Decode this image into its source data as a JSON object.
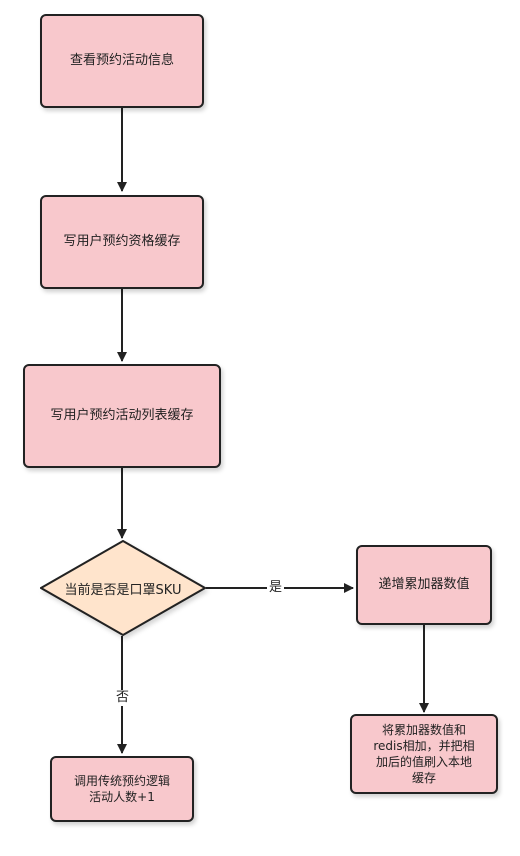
{
  "nodes": {
    "view_info": "查看预约活动信息",
    "write_qualification": "写用户预约资格缓存",
    "write_list": "写用户预约活动列表缓存",
    "decision": "当前是否是口罩SKU",
    "increment": "递增累加器数值",
    "merge_cache": "将累加器数值和\nredis相加，并把相\n加后的值刷入本地\n缓存",
    "traditional": "调用传统预约逻辑\n活动人数+1"
  },
  "edge_labels": {
    "yes": "是",
    "no": "否"
  },
  "colors": {
    "process_fill": "#f8c8cc",
    "decision_fill": "#ffe4cc",
    "stroke": "#222222"
  }
}
